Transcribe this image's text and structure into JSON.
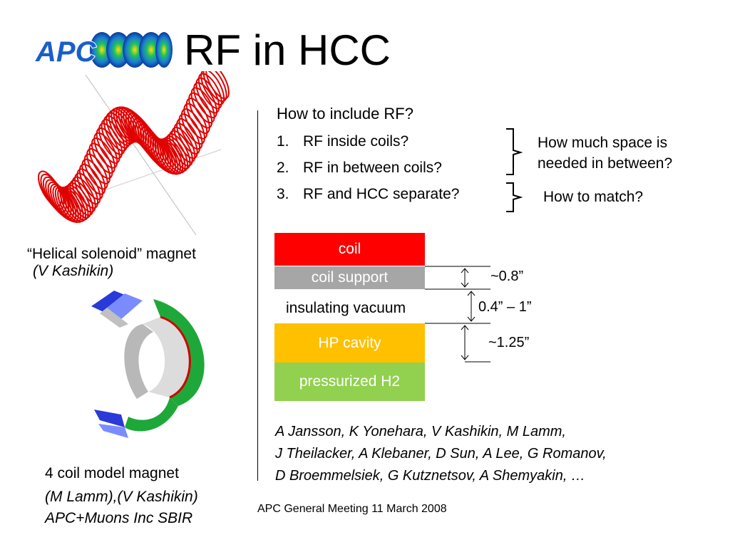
{
  "slide": {
    "title": "RF in HCC",
    "logo_text": "APC"
  },
  "questions": {
    "heading": "How to include RF?",
    "items": [
      {
        "num": "1.",
        "text": "RF inside coils?"
      },
      {
        "num": "2.",
        "text": "RF in between coils?"
      },
      {
        "num": "3.",
        "text": "RF and HCC separate?"
      }
    ],
    "space_question": [
      "How much space is",
      "needed in between?"
    ],
    "match_question": "How to match?"
  },
  "layers": {
    "coil": {
      "label": "coil",
      "color": "#ff0000"
    },
    "coil_support": {
      "label": "coil support",
      "color": "#a6a6a6"
    },
    "vacuum": {
      "label": "insulating vacuum"
    },
    "cavity": {
      "label": "HP cavity",
      "color": "#ffc000"
    },
    "h2": {
      "label": "pressurized H2",
      "color": "#92d050"
    }
  },
  "dimensions": {
    "support": "~0.8”",
    "vacuum": "0.4” – 1”",
    "cavity": "~1.25”"
  },
  "left_panel": {
    "helical_caption": "“Helical solenoid” magnet",
    "helical_author": "(V Kashikin)",
    "coil_caption": "4 coil model magnet",
    "coil_authors": "(M Lamm),(V Kashikin)",
    "coil_sponsor": "APC+Muons Inc SBIR"
  },
  "authors": [
    "A Jansson, K Yonehara, V Kashikin, M Lamm,",
    "J Theilacker, A Klebaner, D Sun, A Lee, G Romanov,",
    "D Broemmelsiek, G Kutznetsov, A Shemyakin, …"
  ],
  "footer": "APC General Meeting 11 March 2008"
}
